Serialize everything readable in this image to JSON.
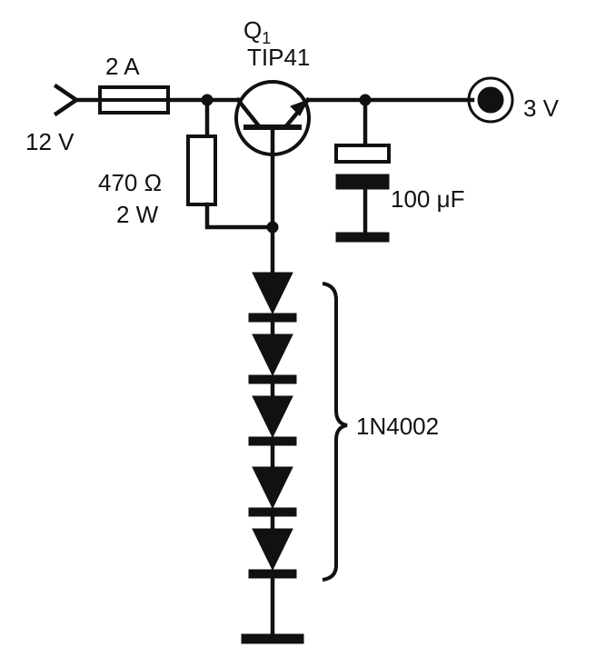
{
  "transistor": {
    "designator": "Q",
    "designator_sub": "1",
    "part": "TIP41"
  },
  "fuse": {
    "rating": "2 A"
  },
  "input": {
    "voltage": "12 V"
  },
  "output": {
    "voltage": "3 V"
  },
  "resistor": {
    "value": "470 Ω",
    "power": "2 W"
  },
  "capacitor": {
    "value": "100 μF"
  },
  "diodes": {
    "part": "1N4002",
    "count": 5
  },
  "colors": {
    "ink": "#111111",
    "background": "#ffffff"
  }
}
